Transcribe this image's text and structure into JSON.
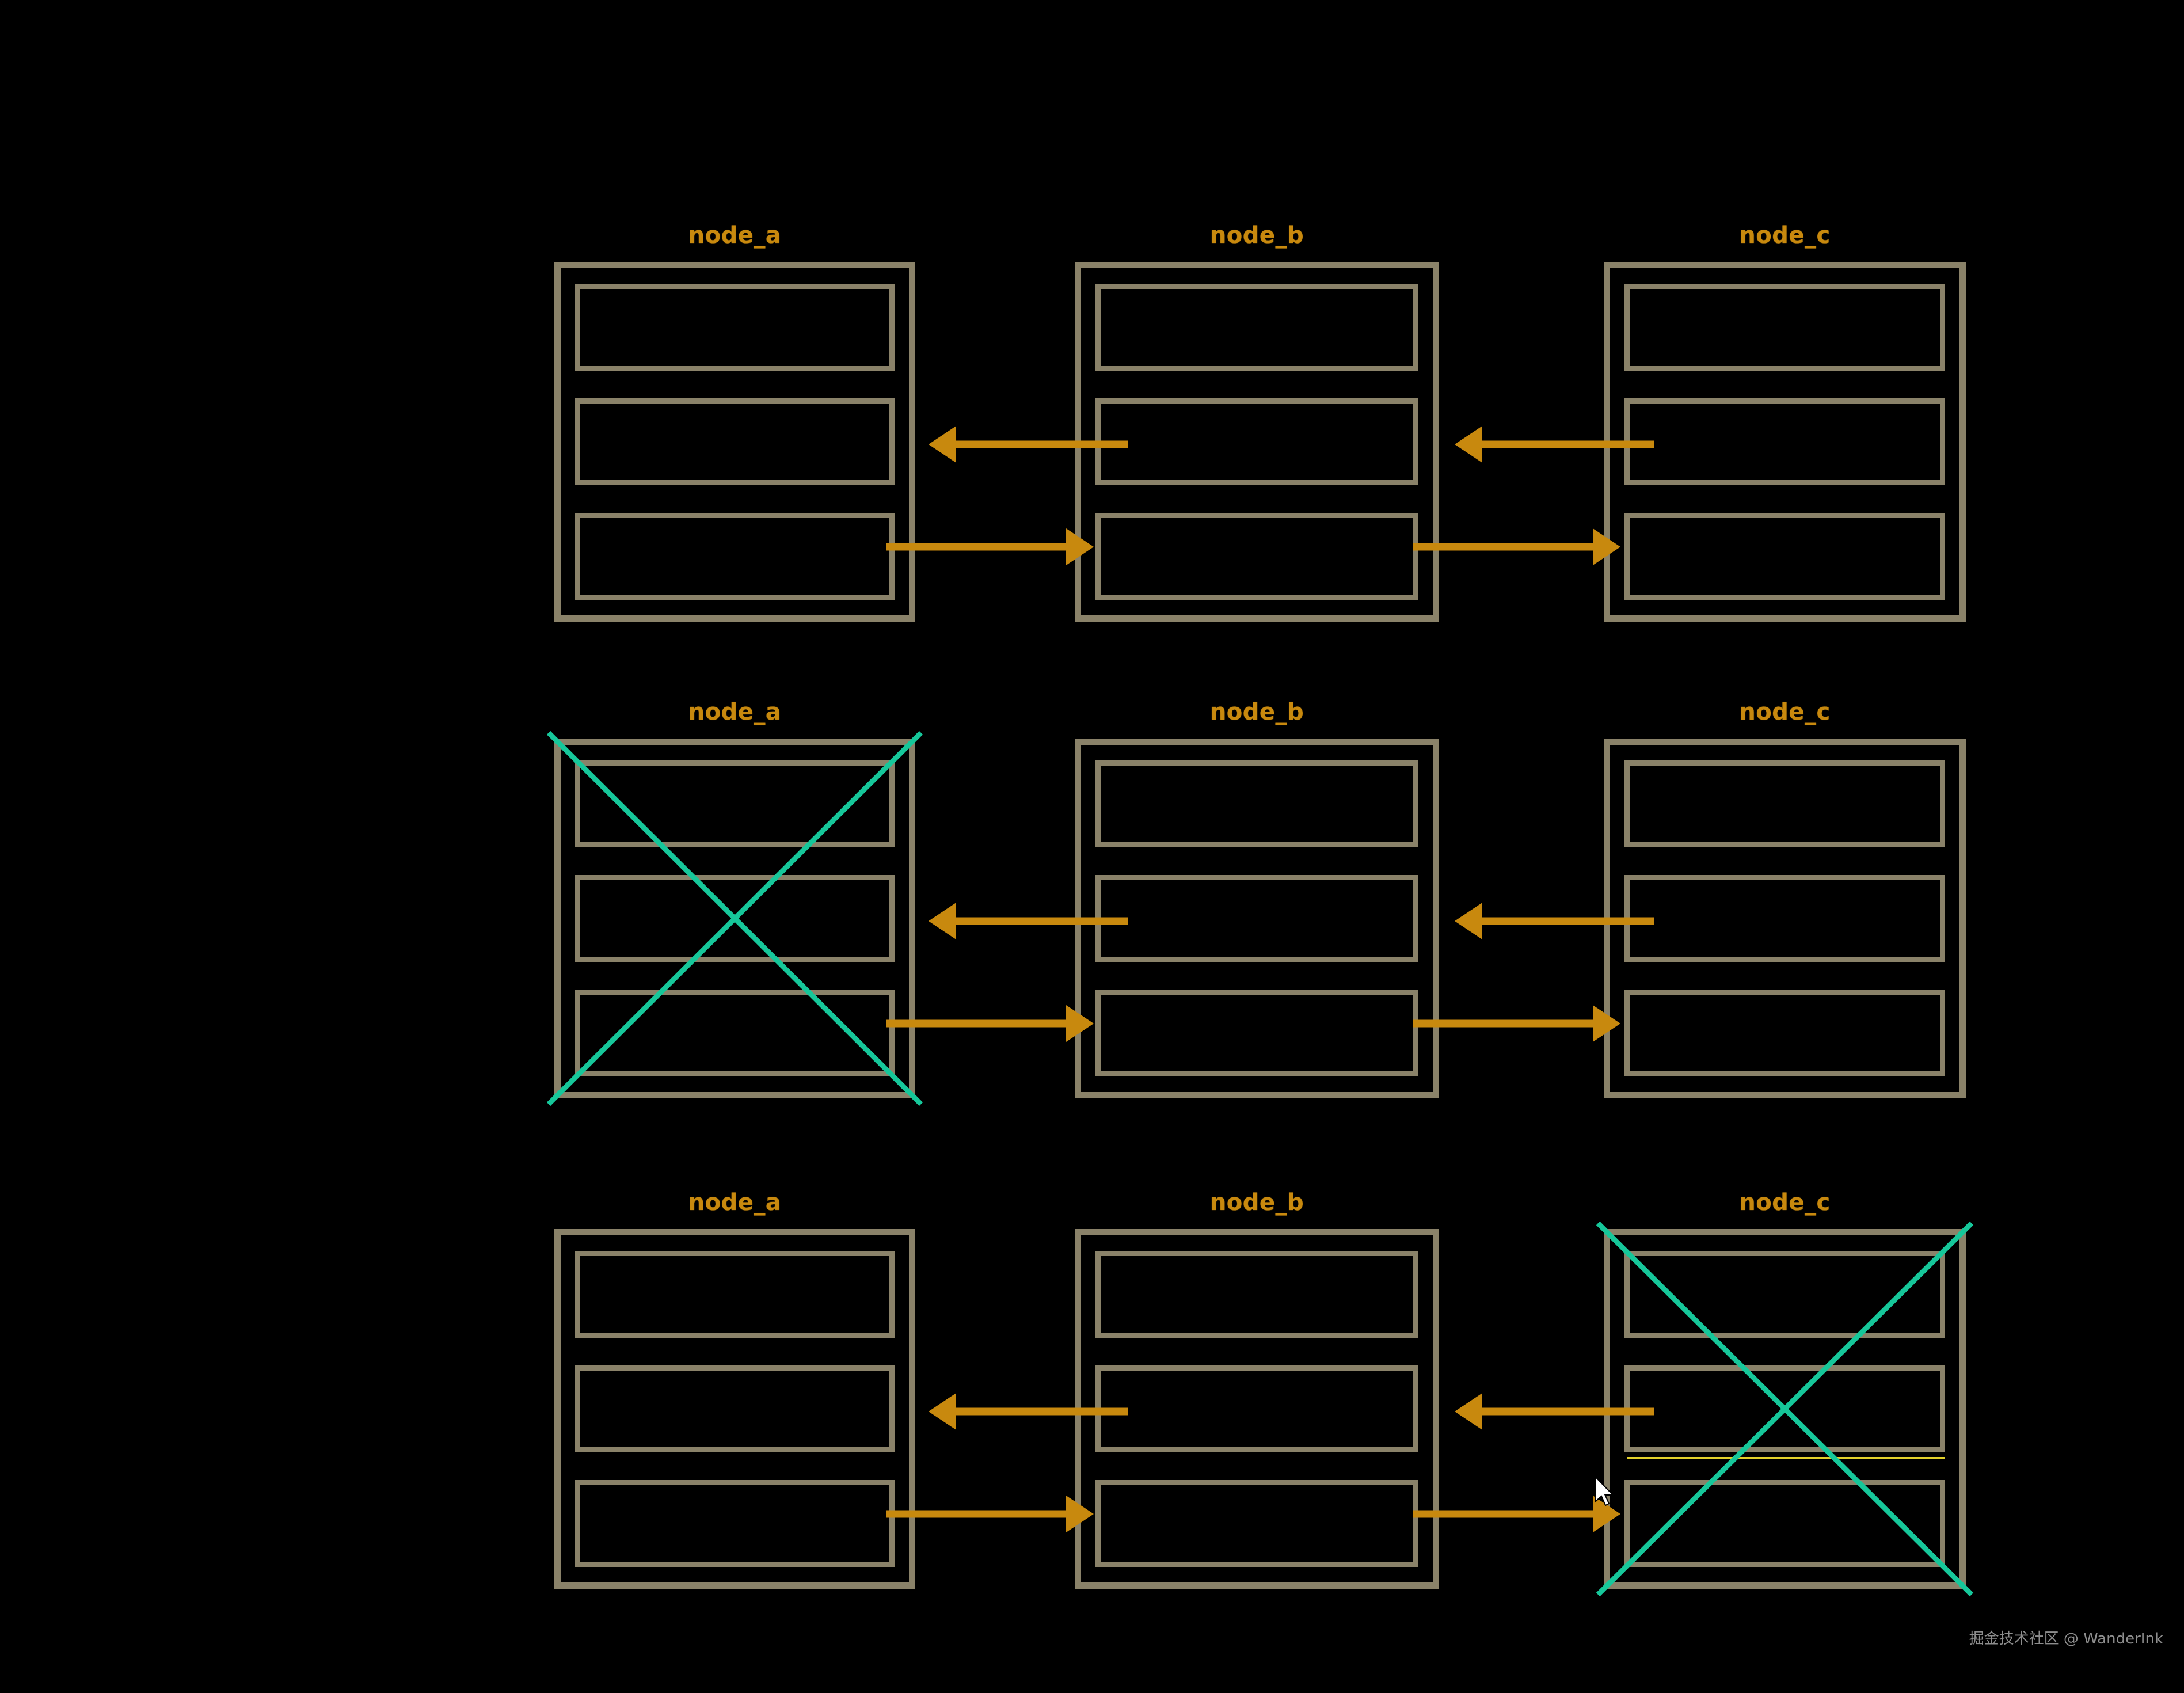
{
  "diagram": {
    "title_present": false,
    "background_color": "#000000",
    "node_border_color": "#8a8269",
    "node_label_color": "#c8890e",
    "arrow_color": "#c8890e",
    "cross_color": "#16c79a",
    "highlight_color": "#e2d02a",
    "rows": [
      {
        "id": "row-1",
        "state_note": "all-nodes-healthy",
        "nodes": [
          {
            "id": "r1-node-a",
            "label": "node_a",
            "slots": 3,
            "crossed_out": false
          },
          {
            "id": "r1-node-b",
            "label": "node_b",
            "slots": 3,
            "crossed_out": false
          },
          {
            "id": "r1-node-c",
            "label": "node_c",
            "slots": 3,
            "crossed_out": false
          }
        ],
        "arrows": [
          {
            "id": "r1-b-to-a",
            "direction": "left",
            "from": "node_b",
            "to": "node_a"
          },
          {
            "id": "r1-c-to-b",
            "direction": "left",
            "from": "node_c",
            "to": "node_b"
          },
          {
            "id": "r1-a-to-b",
            "direction": "right",
            "from": "node_a",
            "to": "node_b"
          },
          {
            "id": "r1-b-to-c",
            "direction": "right",
            "from": "node_b",
            "to": "node_c"
          }
        ]
      },
      {
        "id": "row-2",
        "state_note": "node-a-failed",
        "nodes": [
          {
            "id": "r2-node-a",
            "label": "node_a",
            "slots": 3,
            "crossed_out": true
          },
          {
            "id": "r2-node-b",
            "label": "node_b",
            "slots": 3,
            "crossed_out": false
          },
          {
            "id": "r2-node-c",
            "label": "node_c",
            "slots": 3,
            "crossed_out": false
          }
        ],
        "arrows": [
          {
            "id": "r2-b-to-a",
            "direction": "left",
            "from": "node_b",
            "to": "node_a"
          },
          {
            "id": "r2-c-to-b",
            "direction": "left",
            "from": "node_c",
            "to": "node_b"
          },
          {
            "id": "r2-a-to-b",
            "direction": "right",
            "from": "node_a",
            "to": "node_b"
          },
          {
            "id": "r2-b-to-c",
            "direction": "right",
            "from": "node_b",
            "to": "node_c"
          }
        ]
      },
      {
        "id": "row-3",
        "state_note": "node-c-failed",
        "nodes": [
          {
            "id": "r3-node-a",
            "label": "node_a",
            "slots": 3,
            "crossed_out": false
          },
          {
            "id": "r3-node-b",
            "label": "node_b",
            "slots": 3,
            "crossed_out": false
          },
          {
            "id": "r3-node-c",
            "label": "node_c",
            "slots": 3,
            "crossed_out": true
          }
        ],
        "arrows": [
          {
            "id": "r3-b-to-a",
            "direction": "left",
            "from": "node_b",
            "to": "node_a"
          },
          {
            "id": "r3-c-to-b",
            "direction": "left",
            "from": "node_c",
            "to": "node_b"
          },
          {
            "id": "r3-a-to-b",
            "direction": "right",
            "from": "node_a",
            "to": "node_b"
          },
          {
            "id": "r3-b-to-c",
            "direction": "right",
            "from": "node_b",
            "to": "node_c"
          }
        ]
      }
    ]
  },
  "watermark": {
    "text": "掘金技术社区 @ WanderInk"
  }
}
